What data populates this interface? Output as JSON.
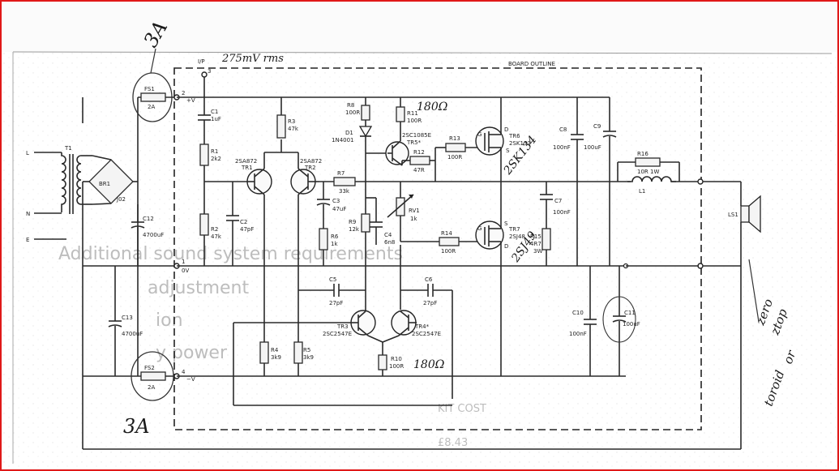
{
  "frame_color": "#e01818",
  "board_outline": "BOARD OUTLINE",
  "terminals": {
    "ip": "I/P",
    "ip_pin": "3",
    "vplus": "+V",
    "vplus_pin": "2",
    "zero": "0V",
    "zero_pin": "1",
    "vminus": "−V",
    "vminus_pin": "4"
  },
  "mains": {
    "l": "L",
    "n": "N",
    "e": "E"
  },
  "parts": {
    "t1": "T1",
    "br1": "BR1",
    "j02": "J02",
    "fs1": "FS1",
    "fs1_val": "2A",
    "fs2": "FS2",
    "fs2_val": "2A",
    "c12": "C12",
    "c12_val": "4700uF",
    "c13": "C13",
    "c13_val": "4700uF",
    "c1": "C1",
    "c1_val": "1uF",
    "r1": "R1",
    "r1_val": "2k2",
    "r2": "R2",
    "r2_val": "47k",
    "c2": "C2",
    "c2_val": "47pF",
    "r3": "R3",
    "r3_val": "47k",
    "tr1_type": "2SA872",
    "tr1": "TR1",
    "tr2_type": "2SA872",
    "tr2": "TR2",
    "r7": "R7",
    "r7_val": "33k",
    "c3": "C3",
    "c3_val": "47uF",
    "r6": "R6",
    "r6_val": "1k",
    "r8": "R8",
    "r8_val": "100R",
    "d1": "D1",
    "d1_val": "1N4001",
    "r9": "R9",
    "r9_val": "12k",
    "c4": "C4",
    "c4_val": "6n8",
    "r11": "R11",
    "r11_val": "100R",
    "tr5_type": "2SC1085E",
    "tr5": "TR5*",
    "r12": "R12",
    "r12_val": "47R",
    "rv1": "RV1",
    "rv1_val": "1k",
    "r13": "R13",
    "r13_val": "100R",
    "r14": "R14",
    "r14_val": "100R",
    "tr6": "TR6",
    "tr6_type": "2SK133",
    "tr7": "TR7",
    "tr7_type": "2SJ48",
    "g": "G",
    "d": "D",
    "s": "S",
    "c8": "C8",
    "c8_val": "100nF",
    "c9": "C9",
    "c9_val": "100uF",
    "c7": "C7",
    "c7_val": "100nF",
    "r15": "R15",
    "r15_val": "4R7",
    "r15_rate": "3W",
    "r16": "R16",
    "r16_val": "10R 1W",
    "l1": "L1",
    "ls1": "LS1",
    "c5": "C5",
    "c5_val": "27pF",
    "c6": "C6",
    "c6_val": "27pF",
    "tr3": "TR3",
    "tr3_type": "2SC2547E",
    "tr4": "TR4*",
    "tr4_type": "2SC2547E",
    "r4": "R4",
    "r4_val": "3k9",
    "r5": "R5",
    "r5_val": "3k9",
    "r10": "R10",
    "r10_val": "100R",
    "c10": "C10",
    "c10_val": "100nF",
    "c11": "C11",
    "c11_val": "100uF"
  },
  "annotations": {
    "fuse_top": "3A",
    "fuse_bottom": "3A",
    "input_level": "275mV rms",
    "r11_note": "180Ω",
    "r10_note": "180Ω",
    "tr6_note": "2SK134",
    "tr7_note": "2SJ49",
    "zero_line1": "zero",
    "zero_line2": "ztop",
    "zero_line3": "or",
    "zero_line4": "toroid"
  },
  "ghost_text": {
    "line1": "Additional sound system requirements",
    "line2": "adjustment",
    "line3": "ion",
    "line4": "y power",
    "kit_cost": "KIT COST",
    "price": "£8.43"
  }
}
